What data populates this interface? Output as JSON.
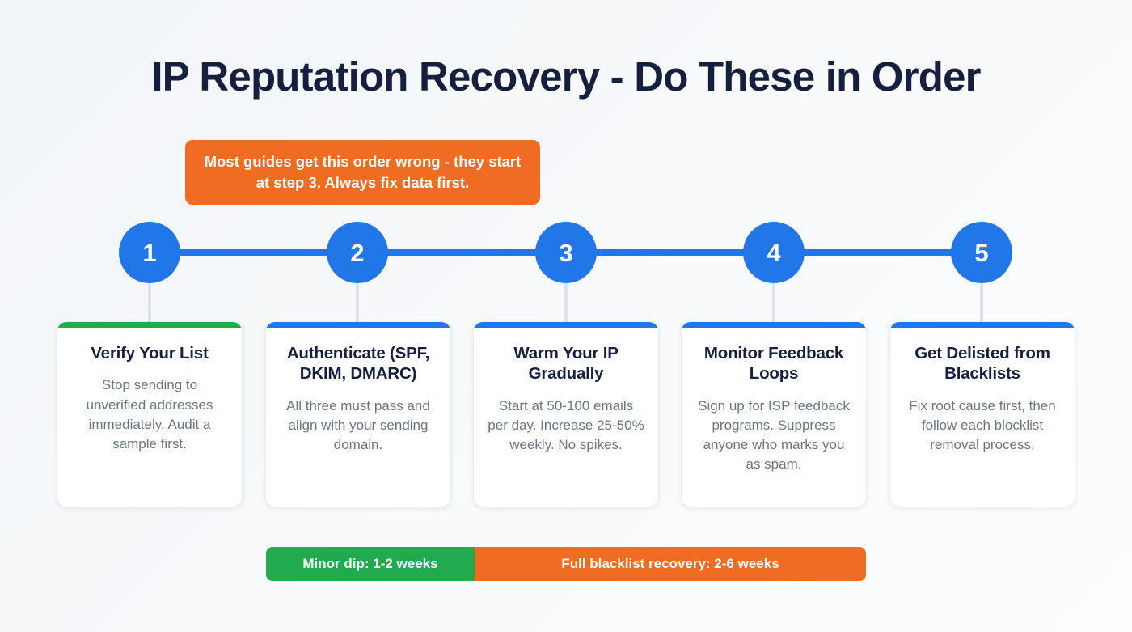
{
  "title": "IP Reputation Recovery - Do These in Order",
  "callout": {
    "text": "Most guides get this order wrong - they start at step 3. Always fix data first.",
    "color": "#ef6c22"
  },
  "colors": {
    "accent_blue": "#2176e8",
    "accent_green": "#22aa4e",
    "accent_orange": "#ef6c22",
    "title_navy": "#161f3d",
    "body_gray": "#6b7480",
    "background": "#f7f9fb"
  },
  "steps": [
    {
      "number": "1",
      "title": "Verify Your List",
      "body": "Stop sending to unverified addresses immediately. Audit a sample first.",
      "accent": "#22aa4e"
    },
    {
      "number": "2",
      "title": "Authenticate (SPF, DKIM, DMARC)",
      "body": "All three must pass and align with your sending domain.",
      "accent": "#2176e8"
    },
    {
      "number": "3",
      "title": "Warm Your IP Gradually",
      "body": "Start at 50-100 emails per day. Increase 25-50% weekly. No spikes.",
      "accent": "#2176e8"
    },
    {
      "number": "4",
      "title": "Monitor Feedback Loops",
      "body": "Sign up for ISP feedback programs. Suppress anyone who marks you as spam.",
      "accent": "#2176e8"
    },
    {
      "number": "5",
      "title": "Get Delisted from Blacklists",
      "body": "Fix root cause first, then follow each blocklist removal process.",
      "accent": "#2176e8"
    }
  ],
  "duration_bar": {
    "segments": [
      {
        "label": "Minor dip: 1-2 weeks",
        "color": "#22aa4e"
      },
      {
        "label": "Full blacklist recovery: 2-6 weeks",
        "color": "#ef6c22"
      }
    ]
  }
}
